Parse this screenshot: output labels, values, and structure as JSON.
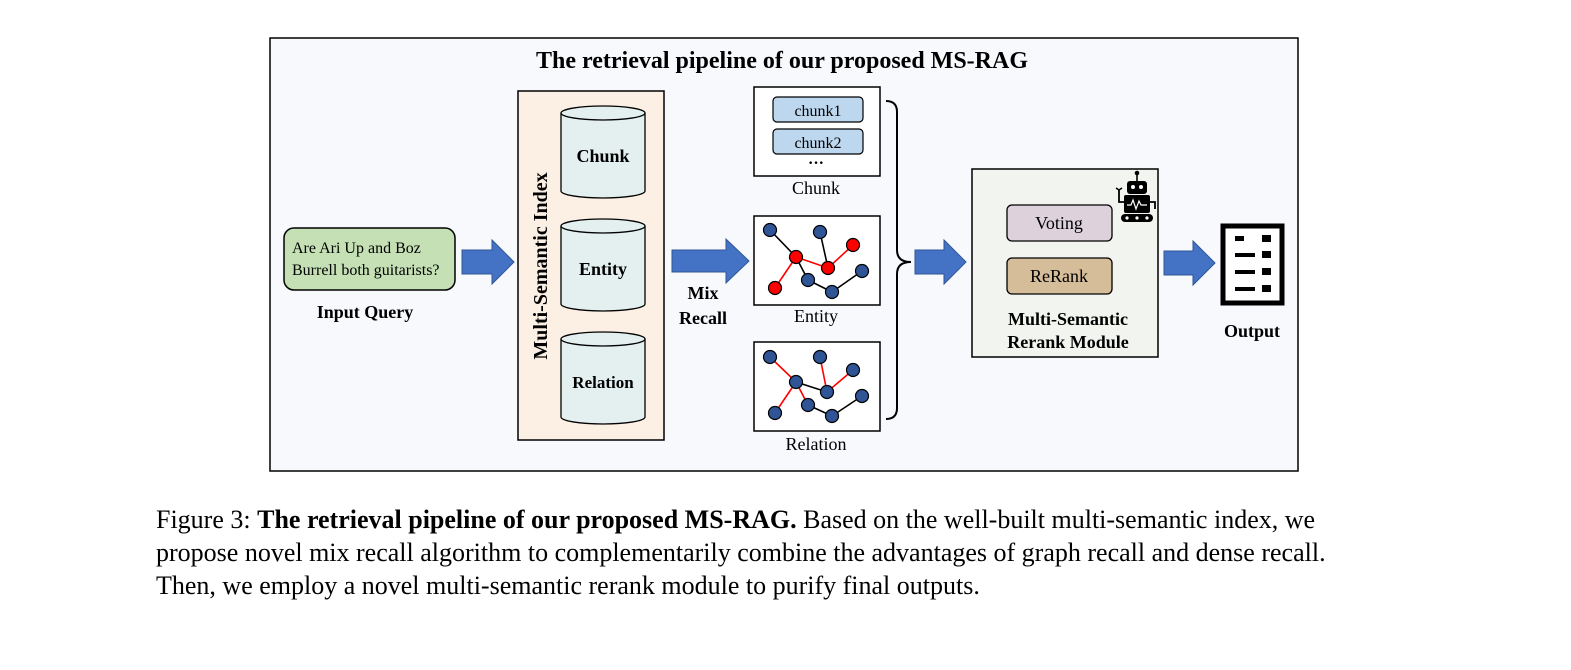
{
  "figure": {
    "title": "The retrieval pipeline of our proposed MS-RAG",
    "input": {
      "query_line1": "Are Ari Up and Boz",
      "query_line2": "Burrell both guitarists?",
      "label": "Input Query"
    },
    "index": {
      "label": "Multi-Semantic Index",
      "stores": [
        "Chunk",
        "Entity",
        "Relation"
      ]
    },
    "mix_recall": {
      "line1": "Mix",
      "line2": "Recall"
    },
    "recall_panels": {
      "chunk_items": [
        "chunk1",
        "chunk2"
      ],
      "chunk_ellipsis": "···",
      "chunk_label": "Chunk",
      "entity_label": "Entity",
      "relation_label": "Relation"
    },
    "rerank": {
      "voting": "Voting",
      "rerank": "ReRank",
      "label_line1": "Multi-Semantic",
      "label_line2": "Rerank Module"
    },
    "output": {
      "label": "Output"
    },
    "colors": {
      "arrow": "#4472c4",
      "panel_bg": "#f7f9fd",
      "query_fill": "#c5e0b4",
      "index_fill": "#fcf0e4",
      "cylinder_fill": "#e4f0f0",
      "chunk_fill": "#bdd7ee",
      "node_fill": "#2f5597",
      "node_highlight": "#ff0000",
      "rerank_fill": "#f2f4f0",
      "voting_fill": "#ddd2dc",
      "rerank_btn_fill": "#d6bd9a"
    }
  },
  "caption": {
    "prefix": "Figure 3: ",
    "bold": "The retrieval pipeline of our proposed MS-RAG.",
    "line1_rest": " Based on the well-built multi-semantic index, we",
    "line2": "propose novel mix recall algorithm to complementarily combine the advantages of graph recall and dense recall.",
    "line3": "Then, we employ a novel multi-semantic rerank module to purify final outputs."
  }
}
